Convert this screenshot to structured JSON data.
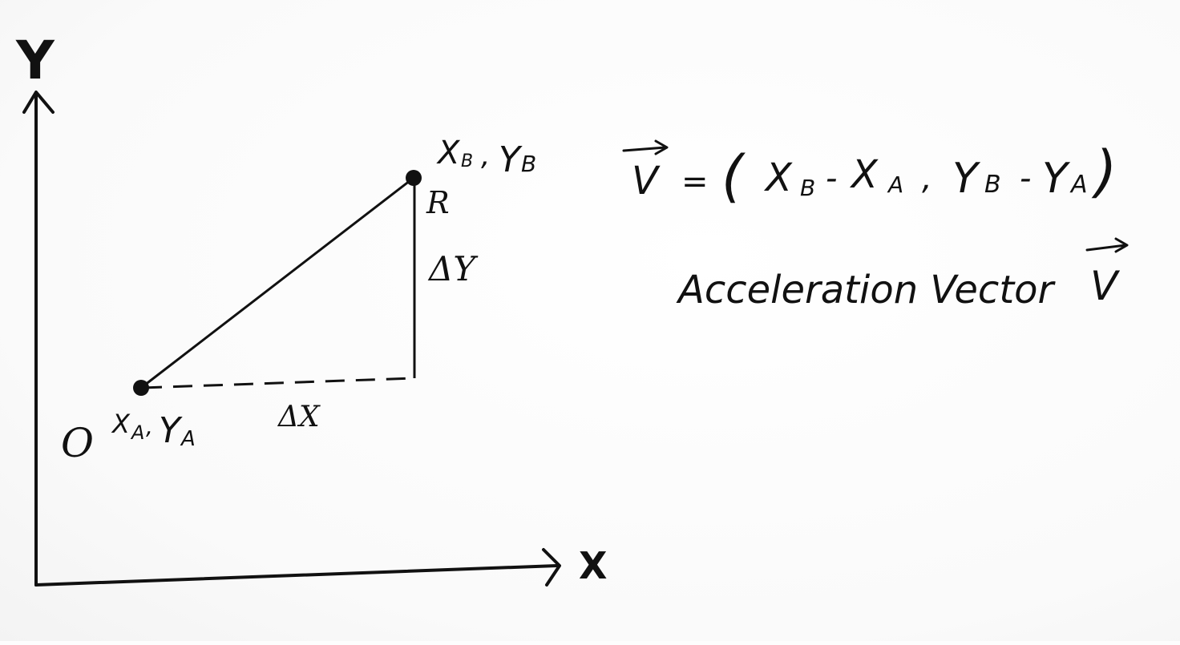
{
  "axes": {
    "y_label": "Y",
    "x_label": "X",
    "origin_label": "O"
  },
  "points": {
    "a": {
      "x": "X",
      "x_sub": "A",
      "sep": ",",
      "y": "Y",
      "y_sub": "A"
    },
    "b": {
      "x": "X",
      "x_sub": "B",
      "sep": ",",
      "y": "Y",
      "y_sub": "B"
    }
  },
  "angle_mark": "R",
  "deltas": {
    "dx": "ΔX",
    "dy": "ΔY"
  },
  "equation": {
    "lhs": "V",
    "equals": "=",
    "open": "(",
    "xb": "X",
    "xb_sub": "B",
    "minus1": "-",
    "xa": "X",
    "xa_sub": "A",
    "comma": ",",
    "yb": "Y",
    "yb_sub": "B",
    "minus2": "-",
    "ya": "Y",
    "ya_sub": "A",
    "close": ")"
  },
  "caption": {
    "text": "Acceleration Vector",
    "vector": "V"
  },
  "colors": {
    "ink": "#111111",
    "paper": "#fdfdfd"
  }
}
